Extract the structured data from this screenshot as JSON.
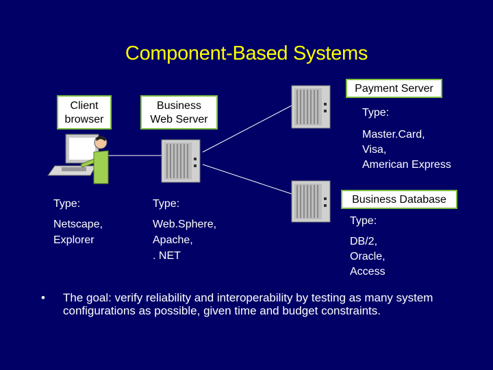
{
  "title": "Component-Based Systems",
  "client": {
    "box_lines": [
      "Client",
      "browser"
    ],
    "type_label": "Type:",
    "values": [
      "Netscape,",
      "Explorer"
    ]
  },
  "web_server": {
    "box_lines": [
      "Business",
      "Web Server"
    ],
    "type_label": "Type:",
    "values": [
      "Web.Sphere,",
      "Apache,",
      ". NET"
    ]
  },
  "payment_server": {
    "box_label": "Payment Server",
    "type_label": "Type:",
    "values": [
      "Master.Card,",
      "Visa,",
      "American Express"
    ]
  },
  "database": {
    "box_label": "Business Database",
    "type_label": "Type:",
    "values": [
      "DB/2,",
      "Oracle,",
      "Access"
    ]
  },
  "bullet": {
    "symbol": "•",
    "text": "The goal:  verify reliability and interoperability by testing as many system configurations as possible, given time and budget constraints."
  },
  "colors": {
    "background": "#000066",
    "title": "#ffff00",
    "box_border": "#7fbf3f"
  }
}
